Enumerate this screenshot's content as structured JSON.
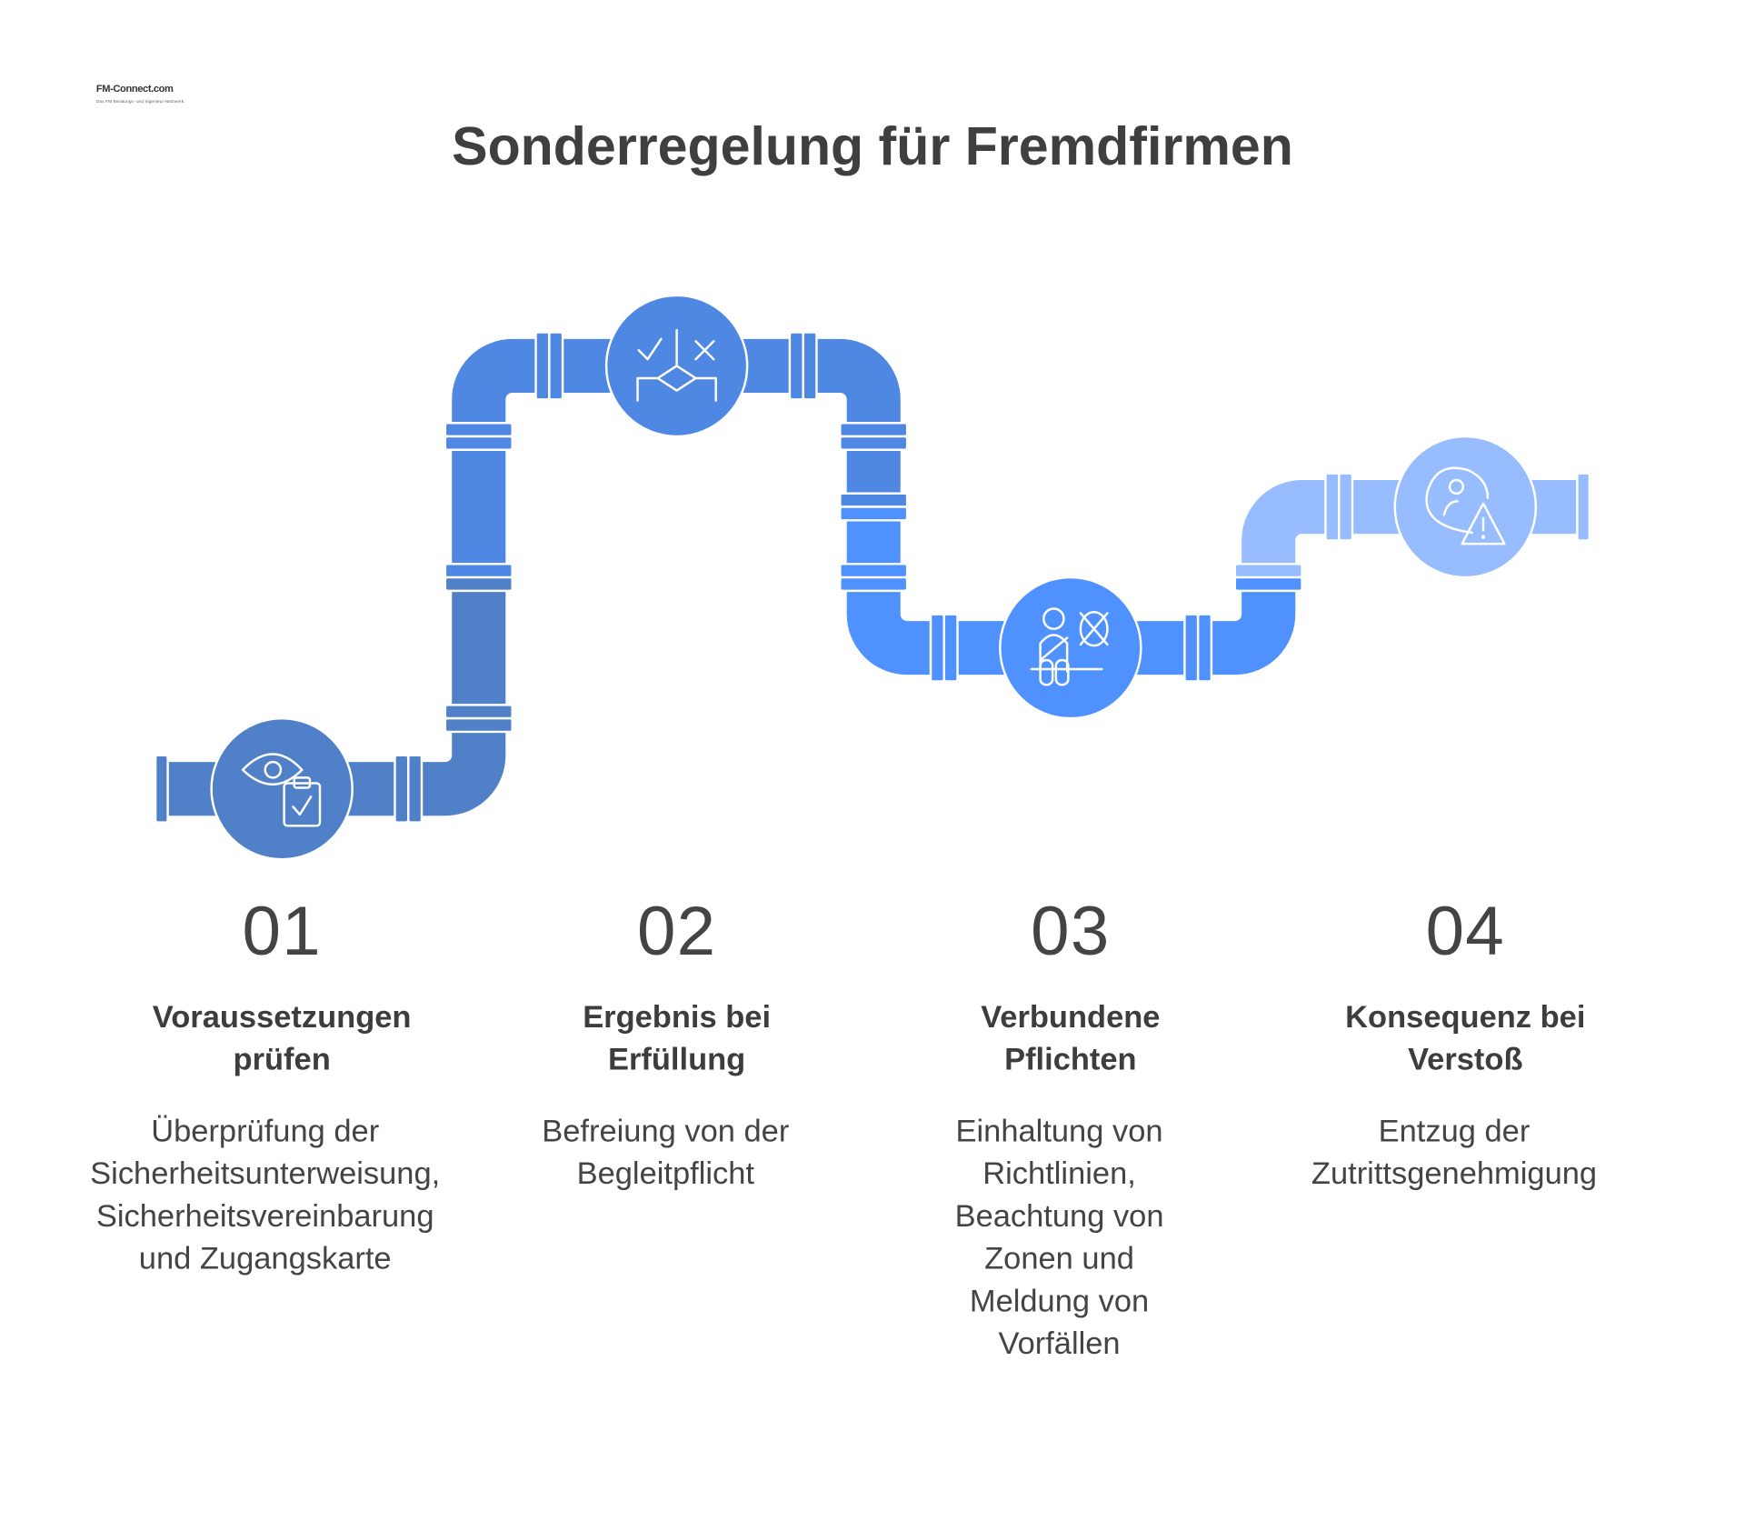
{
  "logo": {
    "text": "FM-Connect.com",
    "subtitle": "Das FM Beratungs- und Ingenieur-Netzwerk"
  },
  "title": "Sonderregelung für Fremdfirmen",
  "colors": {
    "step1": "#5080c8",
    "step2": "#4e88e3",
    "step3": "#4f92ff",
    "step4": "#97bcff"
  },
  "steps": [
    {
      "number": "01",
      "heading_line1": "Voraussetzungen",
      "heading_line2": "prüfen",
      "icon": "eye-clipboard-check-icon",
      "desc": [
        "Überprüfung der",
        "Sicherheitsunterweisung,",
        "Sicherheitsvereinbarung",
        "und Zugangskarte"
      ]
    },
    {
      "number": "02",
      "heading_line1": "Ergebnis bei",
      "heading_line2": "Erfüllung",
      "icon": "decision-check-cross-icon",
      "desc": [
        "Befreiung von der",
        "Begleitpflicht"
      ]
    },
    {
      "number": "03",
      "heading_line1": "Verbundene",
      "heading_line2": "Pflichten",
      "icon": "person-rules-icon",
      "desc": [
        "Einhaltung von",
        "Richtlinien,",
        "Beachtung von",
        "Zonen und",
        "Meldung von",
        "Vorfällen"
      ]
    },
    {
      "number": "04",
      "heading_line1": "Konsequenz bei",
      "heading_line2": "Verstoß",
      "icon": "person-warning-icon",
      "desc": [
        "Entzug der",
        "Zutrittsgenehmigung"
      ]
    }
  ]
}
